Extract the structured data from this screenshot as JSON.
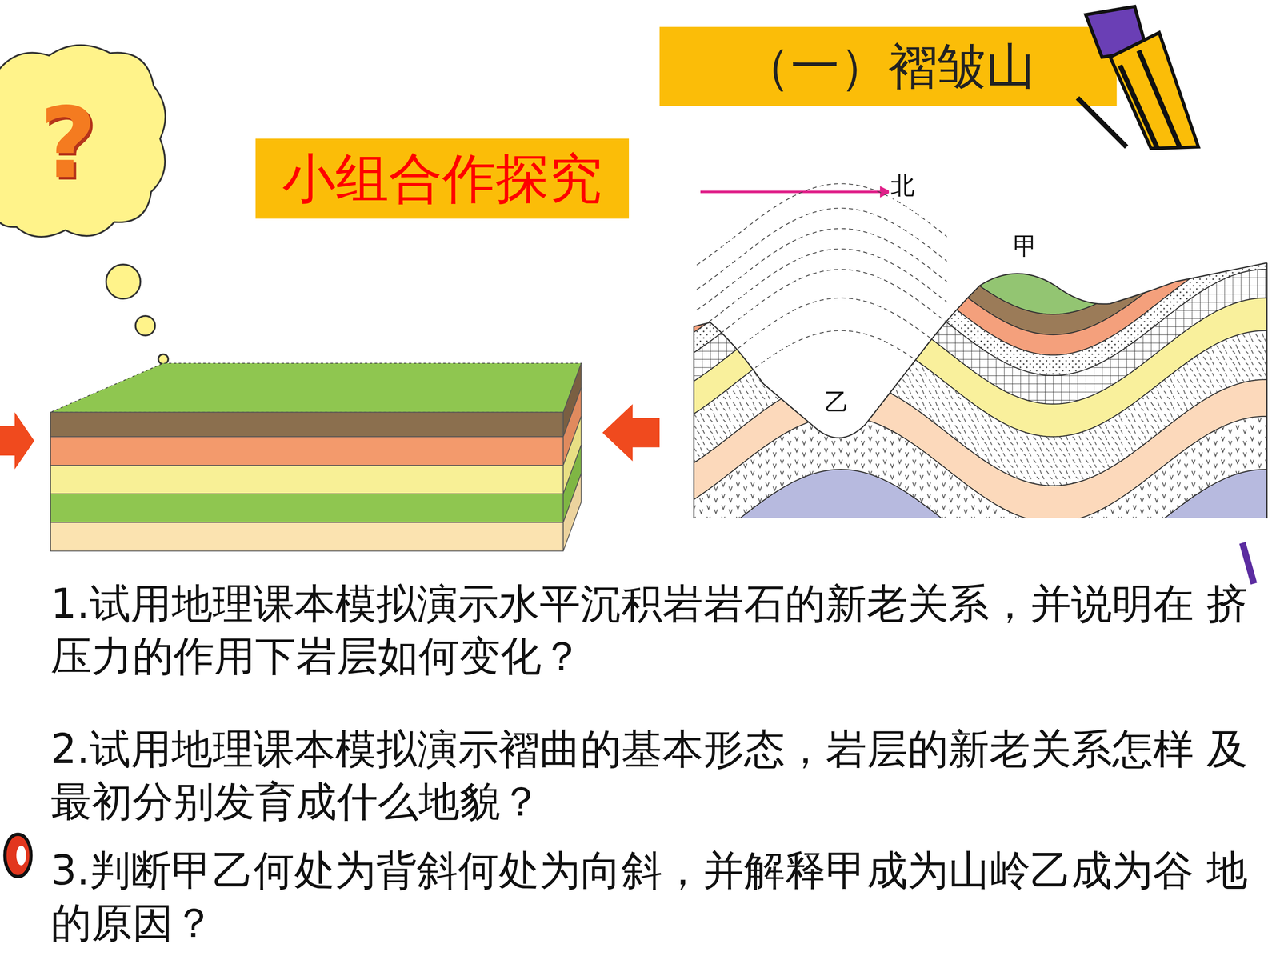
{
  "diagram": {
    "title": "（一）褶皱山",
    "nodes": [
      {
        "text": [
          "?"
        ]
      },
      {
        "text": [
          "小组合作探究"
        ]
      }
    ],
    "labels": [
      "北",
      "甲",
      "乙",
      "1.试用地理课本模拟演示水平沉积岩岩石的新老关系，并说明在 挤压力的作用下岩层如何变化？",
      "2.试用地理课本模拟演示褶曲的基本形态，岩层的新老关系怎样 及最初分别发育成什么地貌？",
      "3.判断甲乙何处为背斜何处为向斜，并解释甲成为山岭乙成为谷 地的原因？"
    ]
  }
}
